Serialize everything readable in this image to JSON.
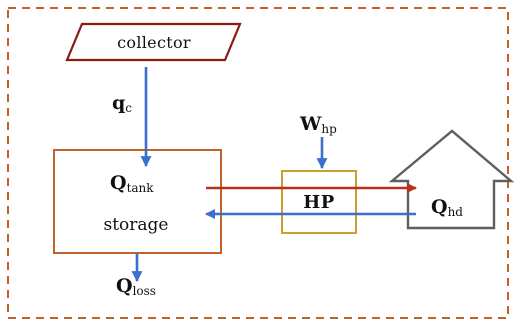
{
  "colors": {
    "frame": "#c0622a",
    "collector": "#8b1a12",
    "tank": "#c0622a",
    "heat_pump": "#c9a227",
    "house": "#5f5f5f",
    "flow_blue": "#3a6fce",
    "flow_red": "#b5321d"
  },
  "nodes": {
    "collector": "collector",
    "storage": "storage",
    "heat_pump": "HP"
  },
  "labels": {
    "qc_main": "q",
    "qc_sub": "c",
    "qtank_main": "Q",
    "qtank_sub": "tank",
    "qloss_main": "Q",
    "qloss_sub": "loss",
    "whp_main": "W",
    "whp_sub": "hp",
    "qhd_main": "Q",
    "qhd_sub": "hd"
  }
}
